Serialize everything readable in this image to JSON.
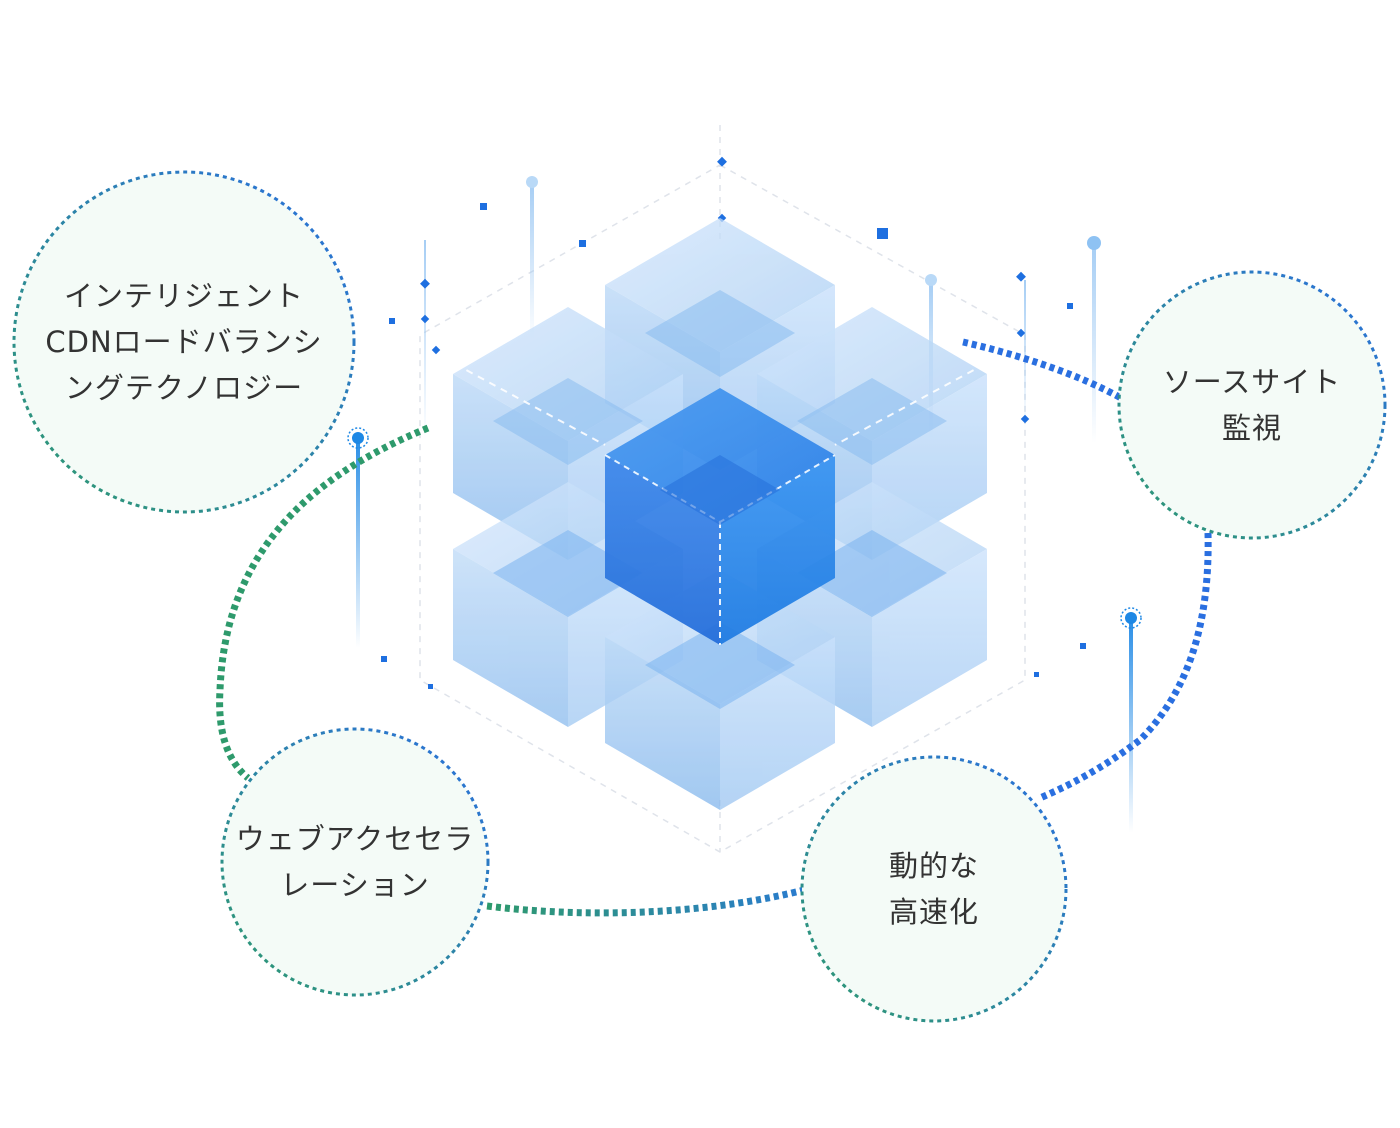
{
  "diagram": {
    "center_graphic": "isometric-cube-cluster",
    "features": [
      {
        "id": "intelligent-cdn",
        "lines": [
          "インテリジェント",
          "CDNロードバランシ",
          "ングテクノロジー"
        ]
      },
      {
        "id": "source-monitoring",
        "lines": [
          "ソースサイト",
          "監視"
        ]
      },
      {
        "id": "web-acceleration",
        "lines": [
          "ウェブアクセセラ",
          "レーション"
        ]
      },
      {
        "id": "dynamic-acceleration",
        "lines": [
          "動的な",
          "高速化"
        ]
      }
    ]
  },
  "colors": {
    "bubble_fill": "#f4fbf7",
    "ring_green": "#2e9a6c",
    "ring_blue": "#2a6fe0",
    "cube_light": "#a9cff5",
    "cube_dark": "#1a74e6",
    "accent": "#1e88e5"
  }
}
